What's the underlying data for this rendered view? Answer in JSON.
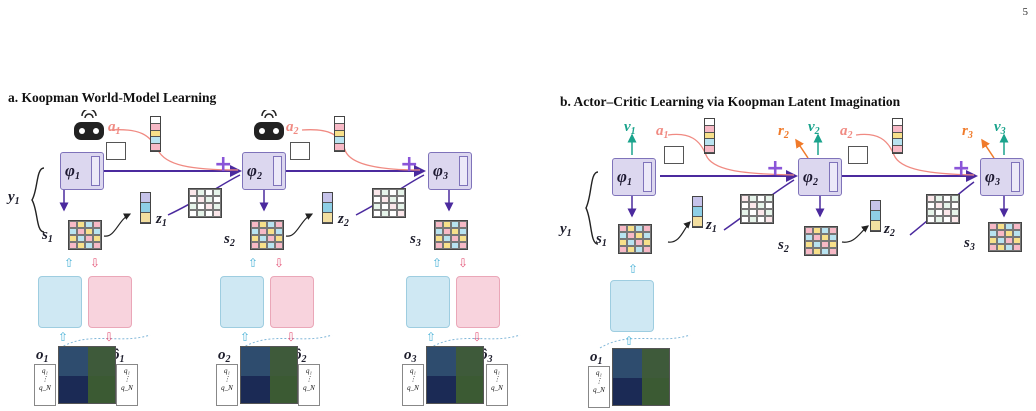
{
  "page_number": "5",
  "panel_a": {
    "title": "a. Koopman World-Model Learning",
    "y": "y",
    "y_sub": "1",
    "steps": [
      {
        "phi": "φ",
        "phi_sub": "1",
        "a": "a",
        "a_sub": "1",
        "s": "s",
        "s_sub": "1",
        "z": "z",
        "z_sub": "1",
        "o": "o",
        "o_sub": "1",
        "ohat": "ô",
        "ohat_sub": "1"
      },
      {
        "phi": "φ",
        "phi_sub": "2",
        "a": "a",
        "a_sub": "2",
        "s": "s",
        "s_sub": "2",
        "z": "z",
        "z_sub": "2",
        "o": "o",
        "o_sub": "2",
        "ohat": "ô",
        "ohat_sub": "2"
      },
      {
        "phi": "φ",
        "phi_sub": "3",
        "s": "s",
        "s_sub": "3",
        "o": "o",
        "o_sub": "3",
        "ohat": "ô",
        "ohat_sub": "3"
      }
    ],
    "q_top": "q₁",
    "q_dots": "⋮",
    "q_bottom": "q_N",
    "plus": "+"
  },
  "panel_b": {
    "title": "b. Actor–Critic Learning via Koopman Latent Imagination",
    "y": "y",
    "y_sub": "1",
    "steps": [
      {
        "phi": "φ",
        "phi_sub": "1",
        "v": "v",
        "v_sub": "1",
        "a": "a",
        "a_sub": "1",
        "s": "s",
        "s_sub": "1",
        "z": "z",
        "z_sub": "1",
        "o": "o",
        "o_sub": "1"
      },
      {
        "phi": "φ",
        "phi_sub": "2",
        "r": "r",
        "r_sub": "2",
        "v": "v",
        "v_sub": "2",
        "a": "a",
        "a_sub": "2",
        "s": "s",
        "s_sub": "2",
        "z": "z",
        "z_sub": "2"
      },
      {
        "phi": "φ",
        "phi_sub": "3",
        "r": "r",
        "r_sub": "3",
        "v": "v",
        "v_sub": "3",
        "s": "s",
        "s_sub": "3"
      }
    ],
    "q_top": "q₁",
    "q_dots": "⋮",
    "q_bottom": "q_N",
    "plus": "+"
  },
  "colors": {
    "action": "#f08a82",
    "value": "#1aa38c",
    "reward": "#f07a2a",
    "transition": "#4b2a9e",
    "phi_fill": "#dcd7ef",
    "encoder": "#cfe8f3",
    "decoder": "#f8d3dd"
  },
  "icons": [
    "controller-icon",
    "encoder-network-icon",
    "decoder-network-icon",
    "plus-icon",
    "grid-matrix-icon",
    "latent-vector-icon"
  ]
}
